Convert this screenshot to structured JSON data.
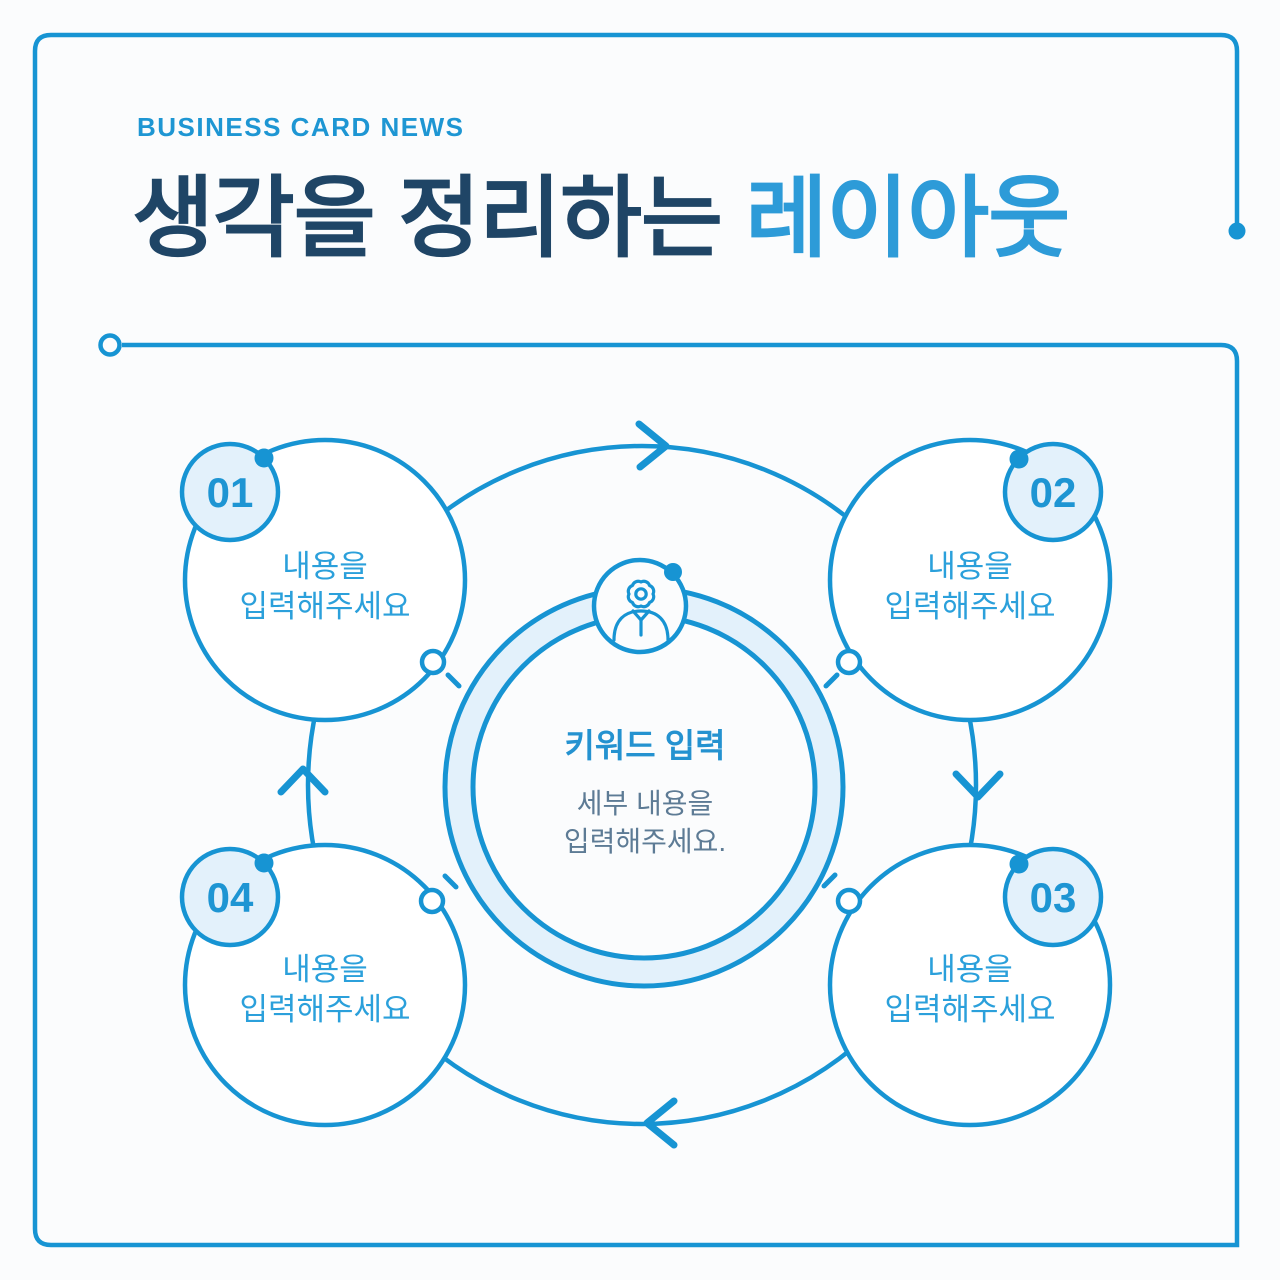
{
  "header": {
    "eyebrow": "BUSINESS CARD NEWS",
    "title_dark": "생각을 정리하는 ",
    "title_accent": "레이아웃"
  },
  "center": {
    "icon": "person-gear-icon",
    "title": "키워드 입력",
    "body_line1": "세부 내용을",
    "body_line2": "입력해주세요.",
    "flow_direction": "clockwise"
  },
  "steps": [
    {
      "number": "01",
      "line1": "내용을",
      "line2": "입력해주세요",
      "position": "top-left"
    },
    {
      "number": "02",
      "line1": "내용을",
      "line2": "입력해주세요",
      "position": "top-right"
    },
    {
      "number": "03",
      "line1": "내용을",
      "line2": "입력해주세요",
      "position": "bottom-right"
    },
    {
      "number": "04",
      "line1": "내용을",
      "line2": "입력해주세요",
      "position": "bottom-left"
    }
  ],
  "colors": {
    "stroke_blue": "#1794d3",
    "step_text_blue": "#2ba0db",
    "title_navy": "#1f4566",
    "title_accent": "#2d9bd8",
    "light_fill": "#e3f1fb",
    "body_slate": "#5d7b95"
  }
}
